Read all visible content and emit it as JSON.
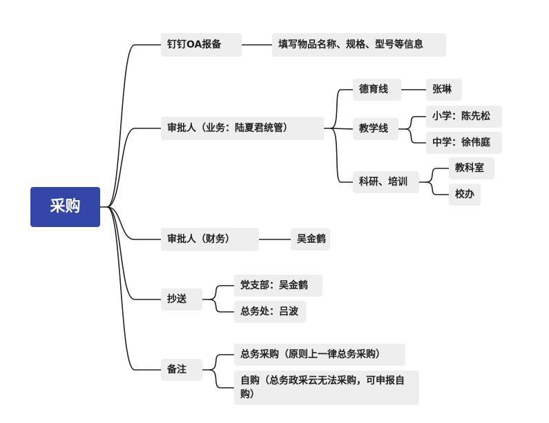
{
  "colors": {
    "root_bg": "#3446a8",
    "root_text": "#ffffff",
    "node_bg": "#eeeeee",
    "line": "#1f1f1f"
  },
  "root": {
    "id": "root",
    "label": "采购"
  },
  "nodes": [
    {
      "id": "b1",
      "parent": "root",
      "label": "钉钉OA报备"
    },
    {
      "id": "b1a",
      "parent": "b1",
      "label": "填写物品名称、规格、型号等信息"
    },
    {
      "id": "b2",
      "parent": "root",
      "label": "审批人（业务：陆夏君统管）"
    },
    {
      "id": "b2a",
      "parent": "b2",
      "label": "德育线"
    },
    {
      "id": "b2a1",
      "parent": "b2a",
      "label": "张琳"
    },
    {
      "id": "b2b",
      "parent": "b2",
      "label": "教学线"
    },
    {
      "id": "b2b1",
      "parent": "b2b",
      "label": "小学：陈先松"
    },
    {
      "id": "b2b2",
      "parent": "b2b",
      "label": "中学：徐伟庭"
    },
    {
      "id": "b2c",
      "parent": "b2",
      "label": "科研、培训"
    },
    {
      "id": "b2c1",
      "parent": "b2c",
      "label": "教科室"
    },
    {
      "id": "b2c2",
      "parent": "b2c",
      "label": "校办"
    },
    {
      "id": "b3",
      "parent": "root",
      "label": "审批人（财务）"
    },
    {
      "id": "b3a",
      "parent": "b3",
      "label": "吴金鹤"
    },
    {
      "id": "b4",
      "parent": "root",
      "label": "抄送"
    },
    {
      "id": "b4a",
      "parent": "b4",
      "label": "党支部：吴金鹤"
    },
    {
      "id": "b4b",
      "parent": "b4",
      "label": "总务处：吕波"
    },
    {
      "id": "b5",
      "parent": "root",
      "label": "备注"
    },
    {
      "id": "b5a",
      "parent": "b5",
      "label": "总务采购（原则上一律总务采购）"
    },
    {
      "id": "b5b",
      "parent": "b5",
      "label": "自购（总务政采云无法采购，可申报自购）"
    }
  ]
}
